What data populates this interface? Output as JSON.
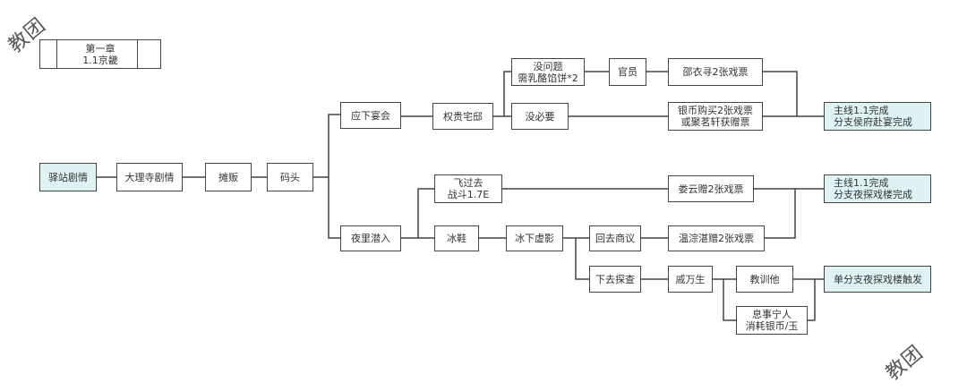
{
  "watermark": "教团",
  "title": {
    "line1": "第一章",
    "line2": "1.1京畿"
  },
  "nodes": {
    "yizhan": "驿站剧情",
    "dalisi": "大理寺剧情",
    "tanfan": "摊贩",
    "matou": "码头",
    "yingxia": "应下宴会",
    "quangui": "权贵宅邸",
    "meiwenti": "没问题\n需乳酪馅饼*2",
    "guanyuan": "官员",
    "shaoyixun": "邵衣寻2张戏票",
    "meibiyao": "没必要",
    "yinbi": "银币购买2张戏票\n或聚茗轩获赠票",
    "end1": "主线1.1完成\n分支侯府赴宴完成",
    "yeli": "夜里潜入",
    "feiguoqu": "飞过去\n战斗1.7E",
    "louyun": "娄云赠2张戏票",
    "end2": "主线1.1完成\n分支夜探戏楼完成",
    "bingxie": "冰鞋",
    "bingxia": "冰下虚影",
    "huiqu": "回去商议",
    "wencong": "温淙湛赠2张戏票",
    "xiaqu": "下去探查",
    "qiwan": "戚万生",
    "jiaoxun": "教训他",
    "xishi": "息事宁人\n消耗银币/玉",
    "end3": "单分支夜探戏楼触发"
  }
}
